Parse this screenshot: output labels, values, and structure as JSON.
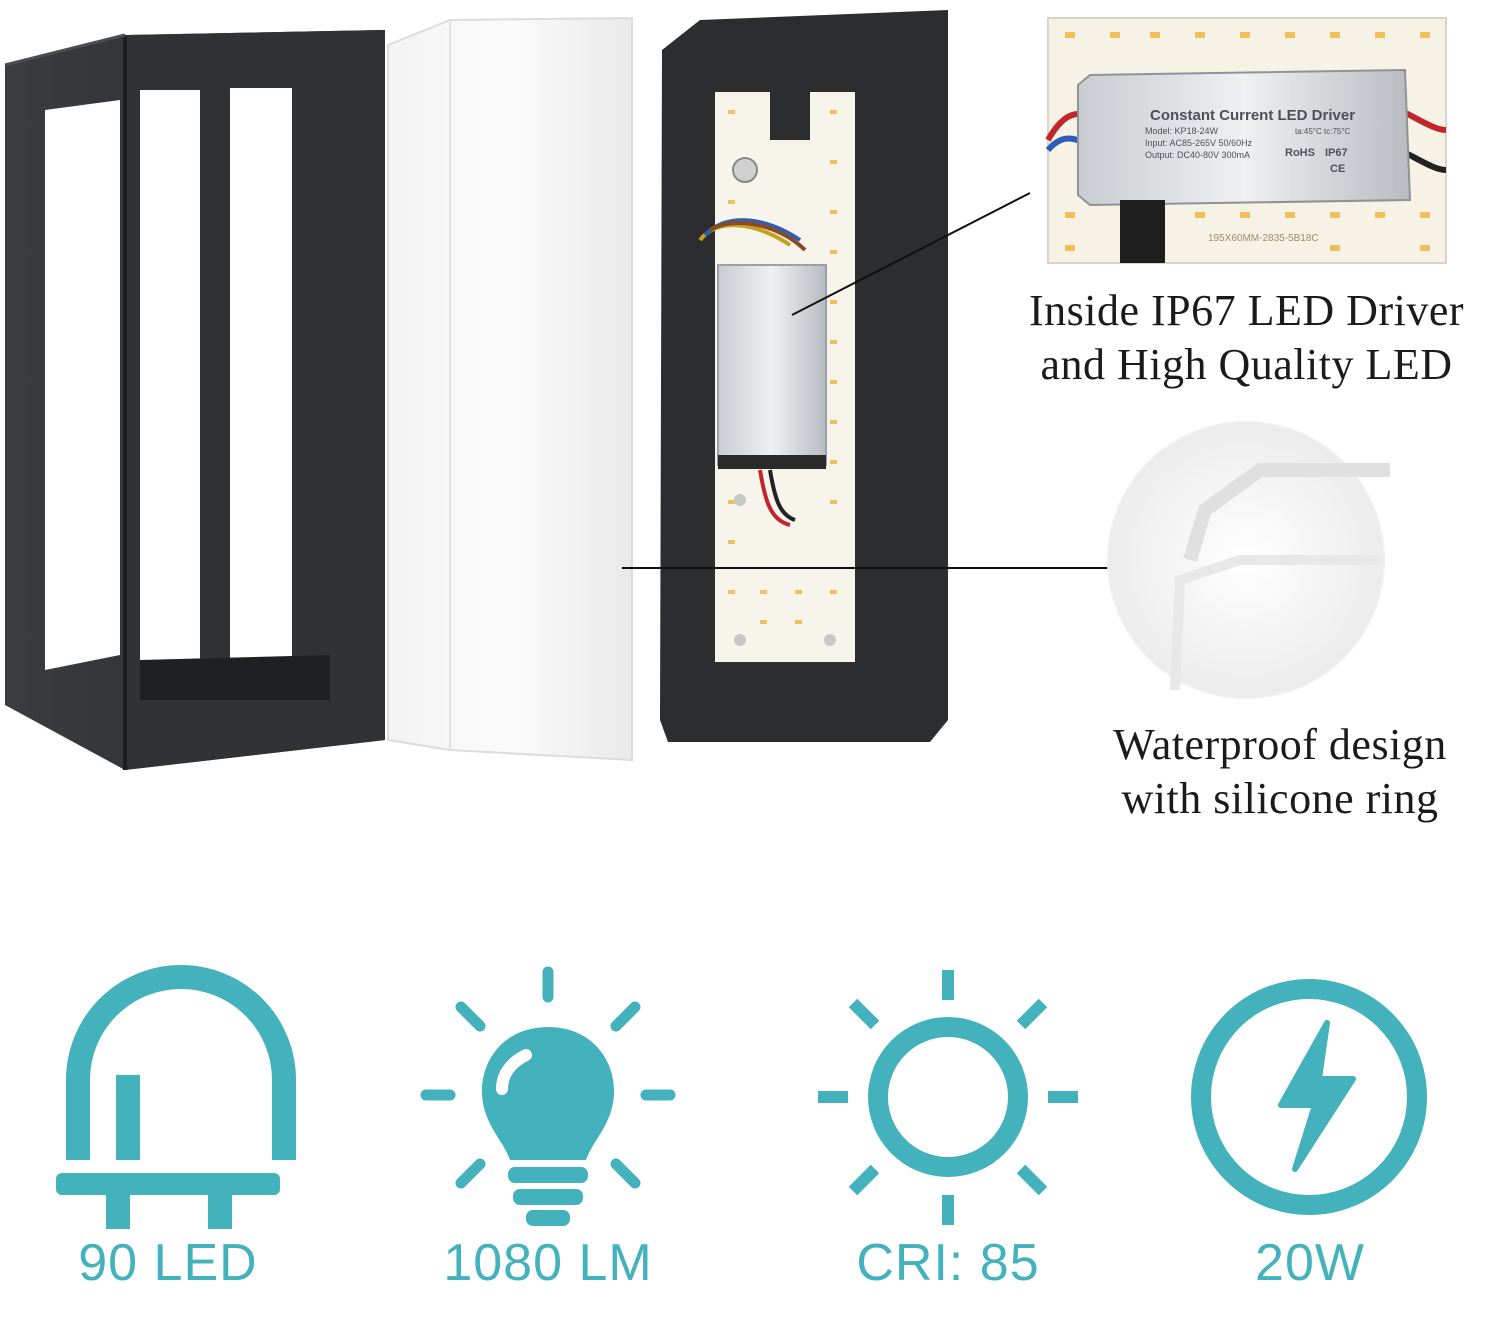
{
  "callouts": {
    "driver": {
      "line1": "Inside IP67 LED Driver",
      "line2": "and High Quality LED"
    },
    "waterproof": {
      "line1": "Waterproof design",
      "line2": "with silicone ring"
    }
  },
  "driver_label": {
    "title": "Constant Current LED Driver",
    "model": "Model: KP18-24W",
    "input": "Input: AC85-265V 50/60Hz",
    "output": "Output: DC40-80V 300mA",
    "rohs": "RoHS",
    "ip": "IP67",
    "ce": "CE",
    "temp": "ta:45°C  tc:75°C",
    "board": "195X60MM-2835-5B18C"
  },
  "features": [
    {
      "icon": "led-diode-icon",
      "label": "90 LED"
    },
    {
      "icon": "light-bulb-icon",
      "label": "1080 LM"
    },
    {
      "icon": "sun-icon",
      "label": "CRI: 85"
    },
    {
      "icon": "lightning-bolt-icon",
      "label": "20W"
    }
  ],
  "colors": {
    "accent": "#44b2bc",
    "frame": "#2f3133",
    "diffuser": "#f4f4f4",
    "text": "#1b1b1b"
  }
}
